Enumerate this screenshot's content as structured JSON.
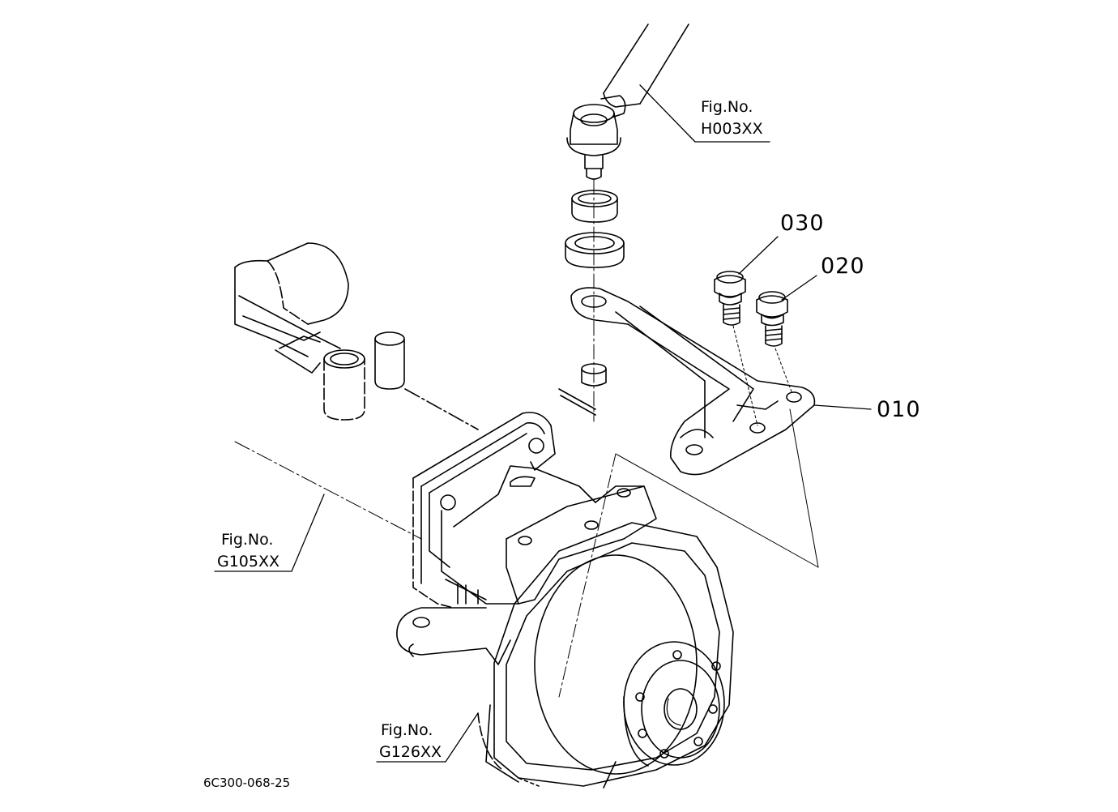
{
  "figure_refs": [
    {
      "title": "Fig.No.",
      "code": "H003XX"
    },
    {
      "title": "Fig.No.",
      "code": "G105XX"
    },
    {
      "title": "Fig.No.",
      "code": "G126XX"
    }
  ],
  "part_numbers": [
    "030",
    "020",
    "010"
  ],
  "drawing_code": "6C300-068-25"
}
